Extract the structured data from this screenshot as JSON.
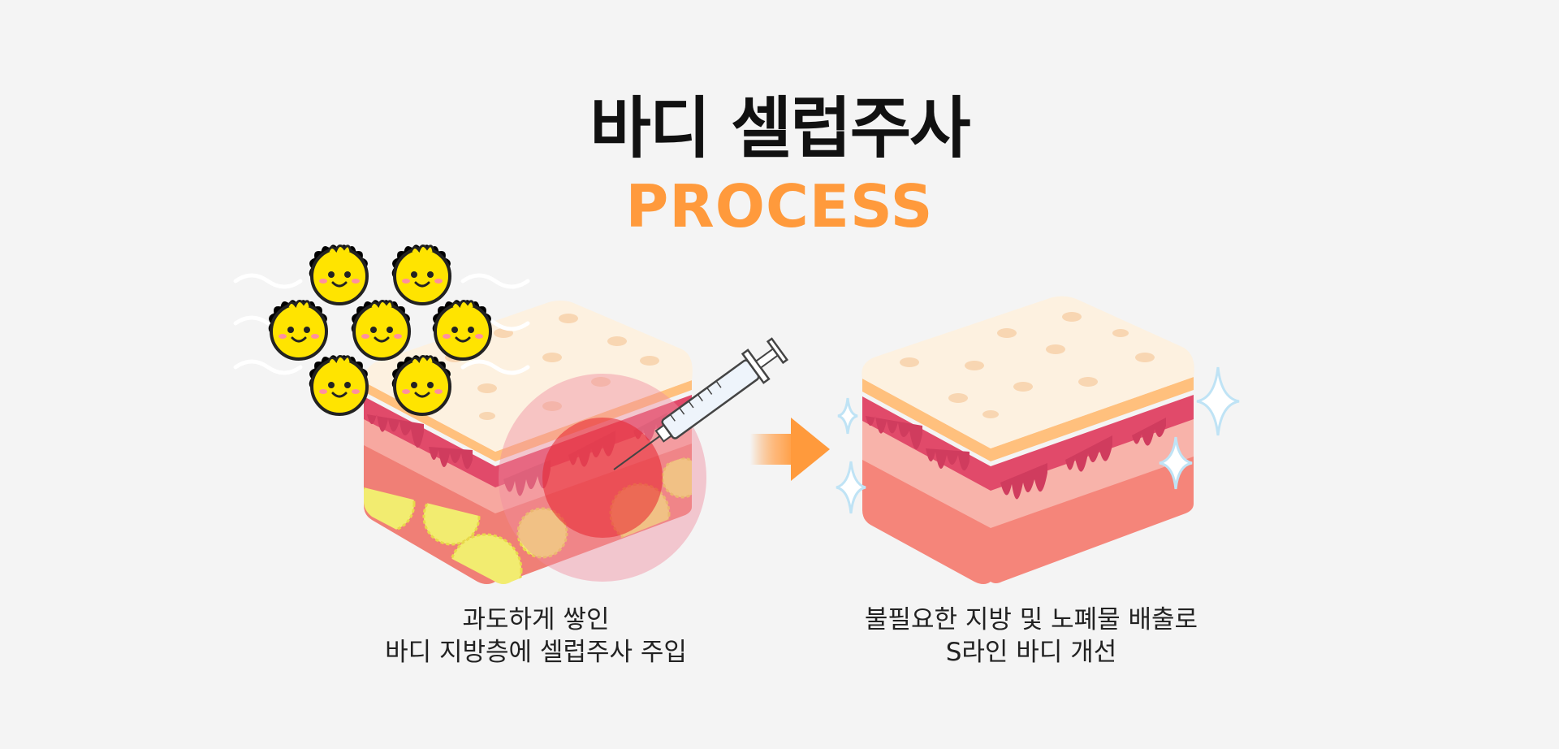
{
  "header": {
    "title": "바디 셀럽주사",
    "subtitle": "PROCESS",
    "subtitle_color": "#ff9a3c"
  },
  "steps": [
    {
      "caption_line1": "과도하게 쌓인",
      "caption_line2": "바디 지방층에 셀럽주사 주입"
    },
    {
      "caption_line1": "불필요한 지방 및 노폐물 배출로",
      "caption_line2": "S라인 바디 개선"
    }
  ],
  "icons": {
    "fat-cells": "fat-cell-character-icon",
    "syringe": "syringe-icon",
    "arrow": "arrow-right-icon",
    "sparkle": "sparkle-icon"
  },
  "colors": {
    "background": "#f4f4f4",
    "skin_top": "#fdf1e0",
    "dermis": "#e14a6a",
    "fat_layer": "#f7a8a0",
    "fat_cell": "#f2ec70",
    "accent_arrow": "#ff9a3c",
    "sparkle": "#cfeaf7"
  }
}
